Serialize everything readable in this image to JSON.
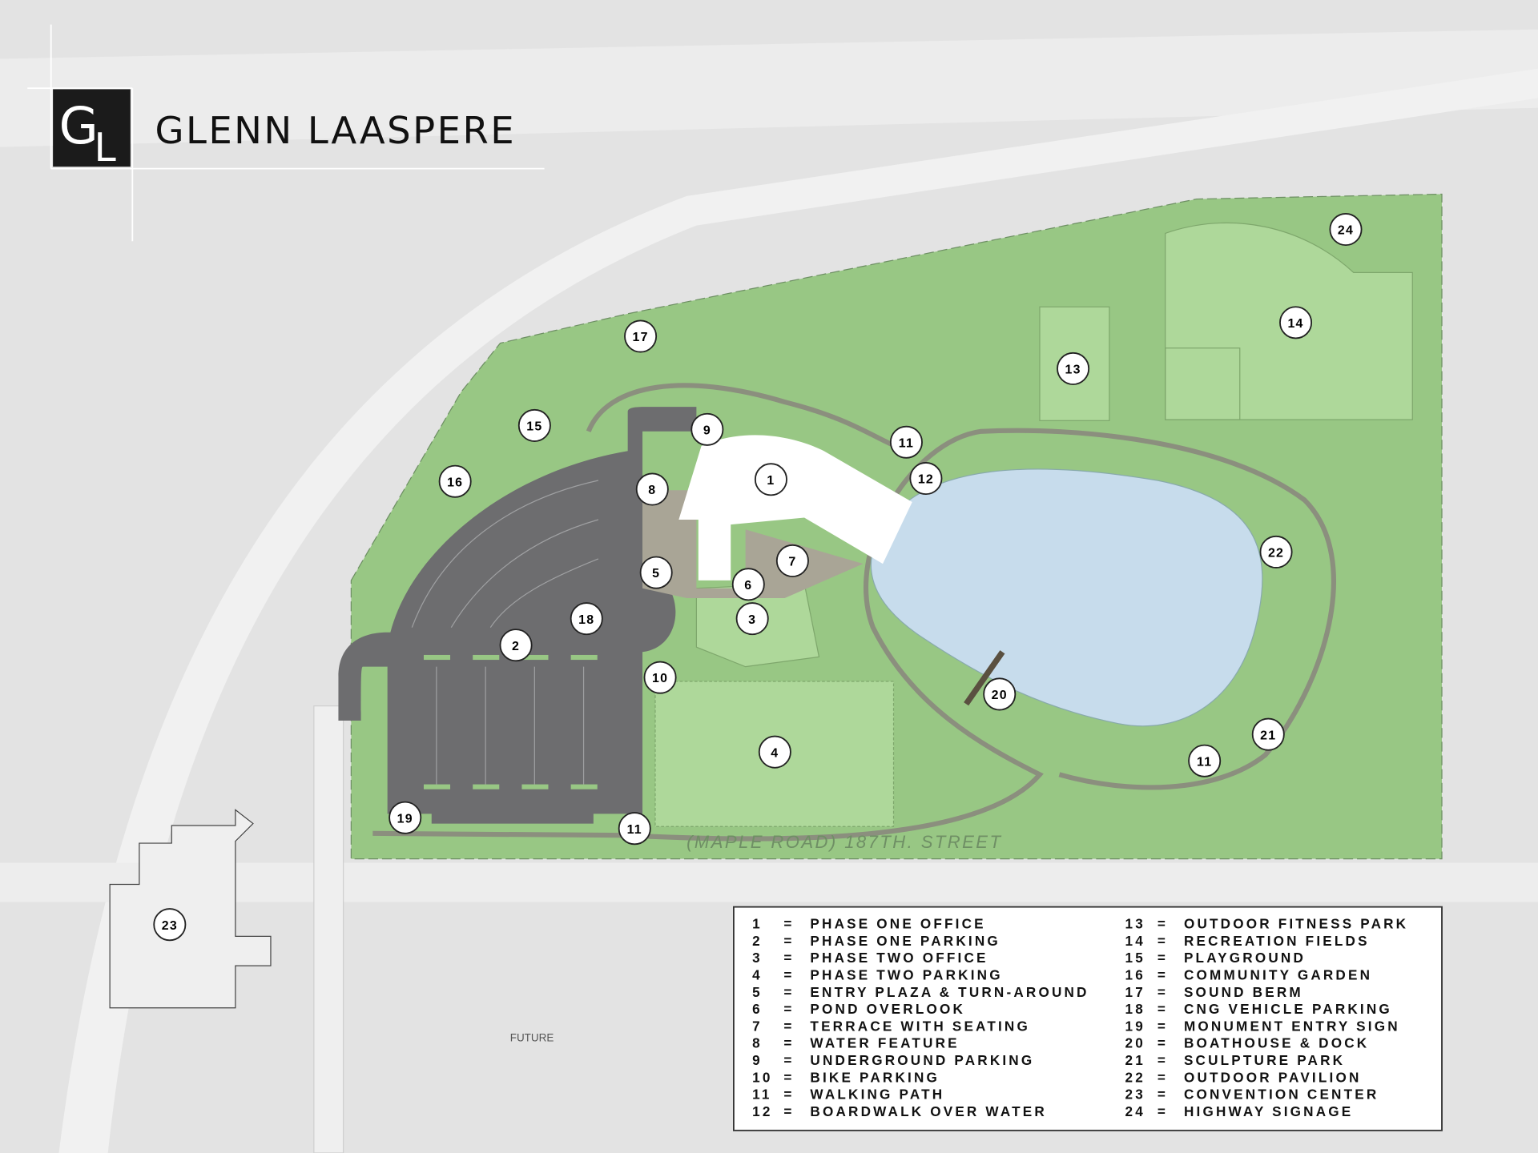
{
  "brand": {
    "logo_letters": "GL",
    "name": "GLENN LAASPERE"
  },
  "map": {
    "road_label": "(MAPLE ROAD) 187TH. STREET",
    "future_label": "FUTURE",
    "markers": [
      {
        "id": "1"
      },
      {
        "id": "2"
      },
      {
        "id": "3"
      },
      {
        "id": "4"
      },
      {
        "id": "5"
      },
      {
        "id": "6"
      },
      {
        "id": "7"
      },
      {
        "id": "8"
      },
      {
        "id": "9"
      },
      {
        "id": "10"
      },
      {
        "id": "11"
      },
      {
        "id": "11"
      },
      {
        "id": "11"
      },
      {
        "id": "12"
      },
      {
        "id": "13"
      },
      {
        "id": "14"
      },
      {
        "id": "15"
      },
      {
        "id": "16"
      },
      {
        "id": "17"
      },
      {
        "id": "18"
      },
      {
        "id": "19"
      },
      {
        "id": "20"
      },
      {
        "id": "21"
      },
      {
        "id": "22"
      },
      {
        "id": "23"
      },
      {
        "id": "24"
      }
    ]
  },
  "legend": {
    "left": [
      {
        "num": "1",
        "name": "PHASE ONE OFFICE"
      },
      {
        "num": "2",
        "name": "PHASE ONE PARKING"
      },
      {
        "num": "3",
        "name": "PHASE TWO OFFICE"
      },
      {
        "num": "4",
        "name": "PHASE TWO PARKING"
      },
      {
        "num": "5",
        "name": "ENTRY PLAZA & TURN-AROUND"
      },
      {
        "num": "6",
        "name": "POND OVERLOOK"
      },
      {
        "num": "7",
        "name": "TERRACE WITH SEATING"
      },
      {
        "num": "8",
        "name": "WATER FEATURE"
      },
      {
        "num": "9",
        "name": "UNDERGROUND PARKING"
      },
      {
        "num": "10",
        "name": "BIKE PARKING"
      },
      {
        "num": "11",
        "name": "WALKING PATH"
      },
      {
        "num": "12",
        "name": "BOARDWALK OVER WATER"
      }
    ],
    "right": [
      {
        "num": "13",
        "name": "OUTDOOR FITNESS PARK"
      },
      {
        "num": "14",
        "name": "RECREATION FIELDS"
      },
      {
        "num": "15",
        "name": "PLAYGROUND"
      },
      {
        "num": "16",
        "name": "COMMUNITY GARDEN"
      },
      {
        "num": "17",
        "name": "SOUND BERM"
      },
      {
        "num": "18",
        "name": "CNG VEHICLE PARKING"
      },
      {
        "num": "19",
        "name": "MONUMENT ENTRY SIGN"
      },
      {
        "num": "20",
        "name": "BOATHOUSE & DOCK"
      },
      {
        "num": "21",
        "name": "SCULPTURE PARK"
      },
      {
        "num": "22",
        "name": "OUTDOOR PAVILION"
      },
      {
        "num": "23",
        "name": "CONVENTION CENTER"
      },
      {
        "num": "24",
        "name": "HIGHWAY SIGNAGE"
      }
    ],
    "equals": "="
  },
  "colors": {
    "grass": "#98c784",
    "field": "#aed89a",
    "pond": "#c7dcec",
    "pavement": "#6d6d6f",
    "building": "#ffffff",
    "background": "#e2e2e2"
  }
}
